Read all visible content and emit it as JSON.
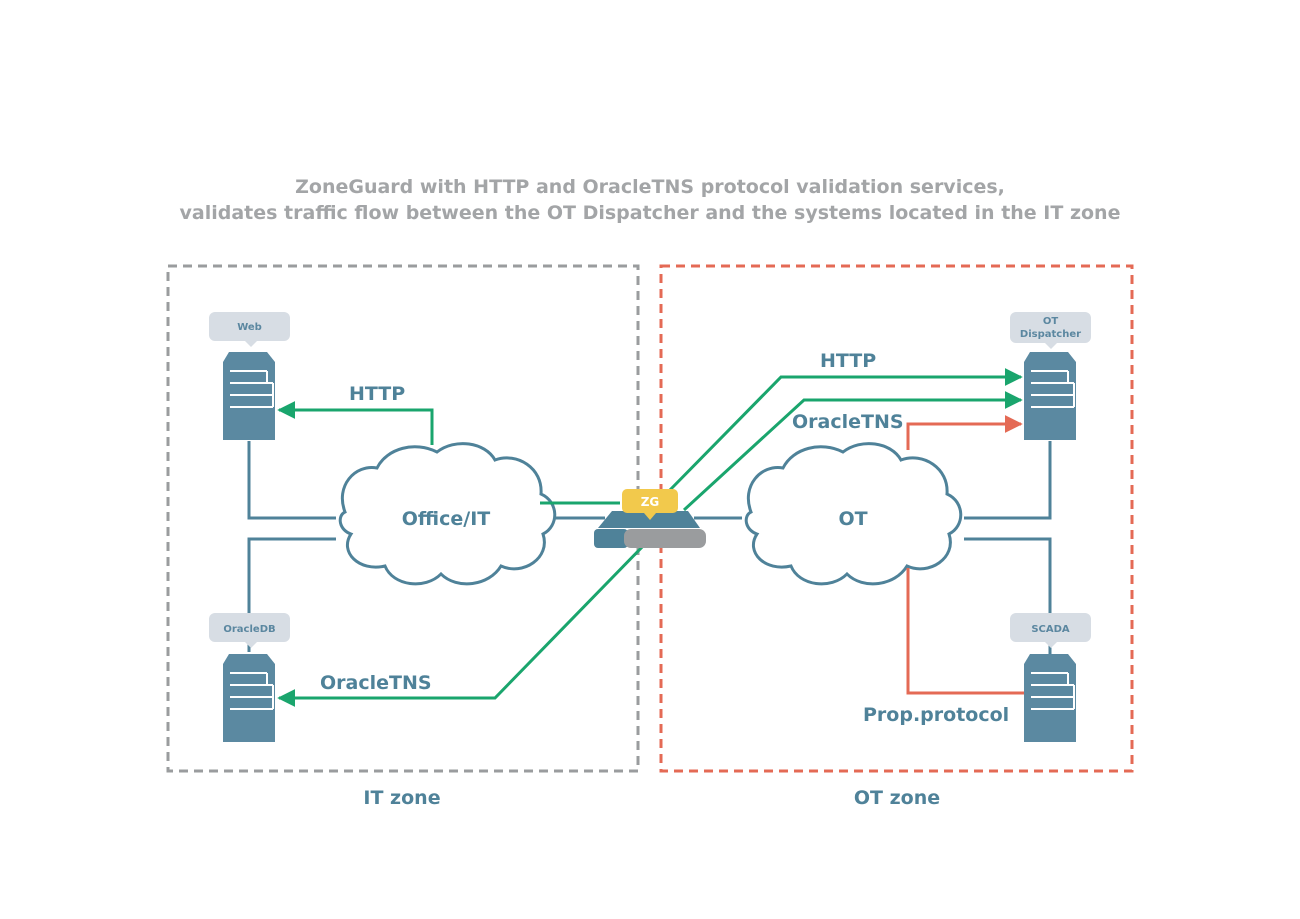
{
  "title": {
    "line1": "ZoneGuard with HTTP and OracleTNS protocol validation services,",
    "line2": "validates traffic flow between the OT Dispatcher and the systems located in the IT zone"
  },
  "zones": {
    "it": {
      "label": "IT zone",
      "border_color": "#9a9c9e"
    },
    "ot": {
      "label": "OT zone",
      "border_color": "#e46a55"
    }
  },
  "clouds": {
    "office": {
      "label": "Office/IT"
    },
    "ot": {
      "label": "OT"
    }
  },
  "servers": {
    "web": {
      "tag": "Web"
    },
    "oracledb": {
      "tag": "OracleDB"
    },
    "ot_dispatcher": {
      "tag_line1": "OT",
      "tag_line2": "Dispatcher"
    },
    "scada": {
      "tag": "SCADA"
    }
  },
  "gateway": {
    "label": "ZG"
  },
  "flows": {
    "http_it": "HTTP",
    "oracletns_it": "OracleTNS",
    "http_ot": "HTTP",
    "oracletns_ot": "OracleTNS",
    "prop_protocol": "Prop.protocol"
  },
  "colors": {
    "network_line": "#4f8299",
    "server": "#5b89a1",
    "green_flow": "#1aa56d",
    "red_flow": "#e46a55",
    "tag_bg": "#d7dde4",
    "zg_yellow": "#f2c94c",
    "title": "#a3a5a7"
  }
}
